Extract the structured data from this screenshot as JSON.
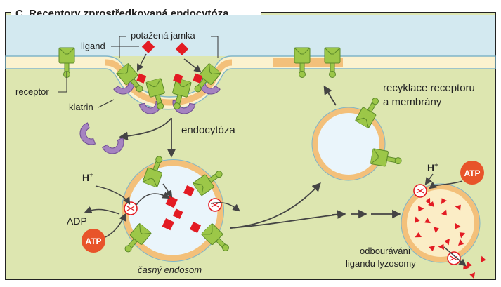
{
  "header": {
    "title": "C. Receptory zprostředkovaná endocytóza"
  },
  "labels": {
    "coated_pit": "potažená jamka",
    "ligand": "ligand",
    "receptor": "receptor",
    "clathrin": "klatrin",
    "endocytosis": "endocytóza",
    "recycling_line1": "recyklace receptoru",
    "recycling_line2": "a membrány",
    "proton_base": "H",
    "proton_sup": "+",
    "adp": "ADP",
    "atp": "ATP",
    "early_endosome": "časný endosom",
    "degradation_line1": "odbourávání",
    "degradation_line2": "ligandu lyzosomy"
  },
  "colors": {
    "background": "#ffffff",
    "panel": "#dde6b0",
    "frame": "#222222",
    "membrane_cream": "#fbf2cf",
    "membrane_orange": "#f3c07a",
    "membrane_outline": "#7fb5c8",
    "receptor_green": "#9cc748",
    "receptor_dark": "#5c8a2a",
    "clathrin_purple": "#a583c0",
    "clathrin_dark": "#6f4d92",
    "ligand_red": "#e31b23",
    "vesicle_fill": "#eaf5fb",
    "lysosome_fill": "#fbedc6",
    "atp_orange": "#e8542a",
    "arrow": "#444444"
  }
}
